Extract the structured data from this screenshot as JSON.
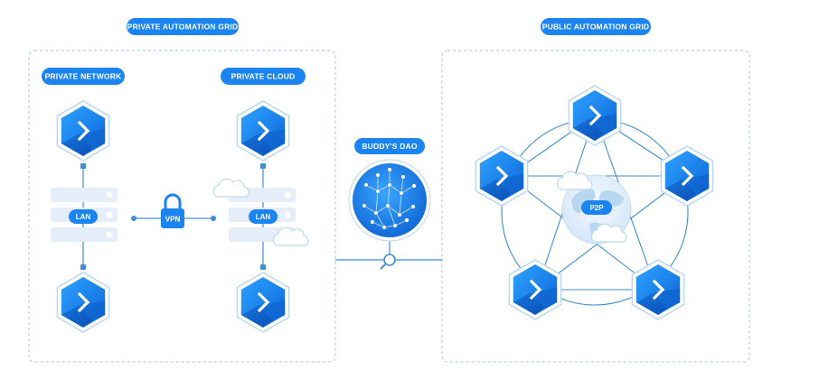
{
  "labels": {
    "private_grid": "PRIVATE AUTOMATION GRID",
    "public_grid": "PUBLIC AUTOMATION GRID",
    "private_network": "PRIVATE NETWORK",
    "private_cloud": "PRIVATE CLOUD",
    "buddys_dao": "BUDDY'S DAO",
    "lan_network": "LAN",
    "lan_cloud": "LAN",
    "vpn": "VPN",
    "p2p": "P2P"
  },
  "colors": {
    "accent": "#1b84f0",
    "accent_dark": "#0b5fc6",
    "border_dashed": "#9cc6ea",
    "line": "#3f8fd6",
    "server": "#e5eef8"
  },
  "icons": {
    "node": "buddy-chevron-hex-icon",
    "lock": "padlock-icon",
    "server": "server-rack-icon",
    "cloud": "cloud-icon",
    "globe": "globe-icon",
    "dao": "network-graph-icon",
    "lens": "magnifier-icon"
  }
}
